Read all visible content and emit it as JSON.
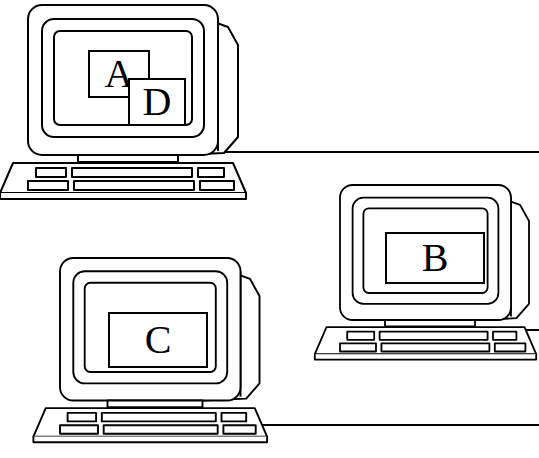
{
  "diagram": {
    "nodes": [
      {
        "text": [
          "A"
        ]
      },
      {
        "text": [
          "D"
        ]
      },
      {
        "text": [
          "B"
        ]
      },
      {
        "text": [
          "C"
        ]
      }
    ]
  }
}
